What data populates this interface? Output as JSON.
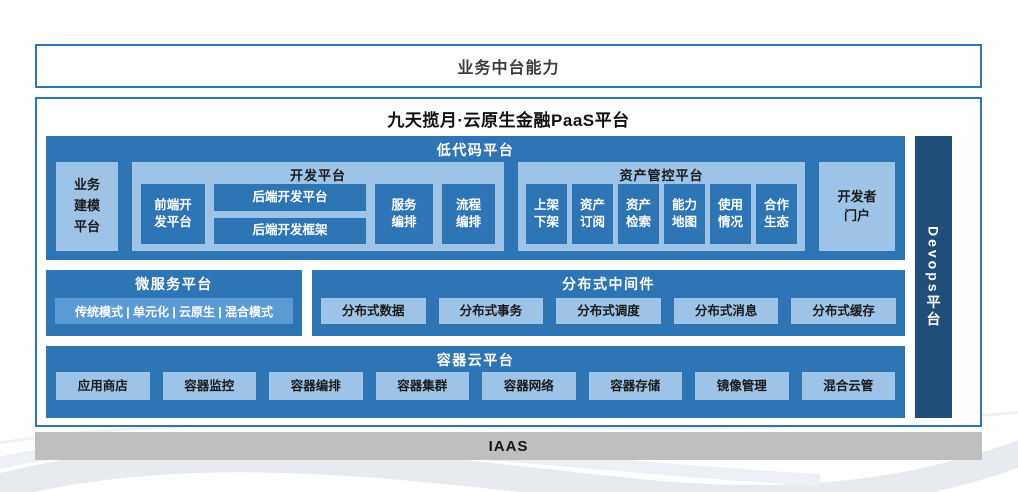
{
  "banner": {
    "label": "业务中台能力"
  },
  "platform": {
    "title": "九天揽月·云原生金融PaaS平台"
  },
  "low_code": {
    "title": "低代码平台",
    "business_modeling": "业务\n建模\n平台",
    "dev_platform": {
      "title": "开发平台",
      "frontend": "前端开\n发平台",
      "backend_platform": "后端开发平台",
      "backend_framework": "后端开发框架",
      "service_orch": "服务\n编排",
      "process_orch": "流程\n编排"
    },
    "asset_platform": {
      "title": "资产管控平台",
      "items": [
        "上架\n下架",
        "资产\n订阅",
        "资产\n检索",
        "能力\n地图",
        "使用\n情况",
        "合作\n生态"
      ]
    },
    "developer_portal": "开发者\n门户"
  },
  "microservice": {
    "title": "微服务平台",
    "modes": "传统模式 | 单元化 | 云原生 | 混合模式"
  },
  "middleware": {
    "title": "分布式中间件",
    "items": [
      "分布式数据",
      "分布式事务",
      "分布式调度",
      "分布式消息",
      "分布式缓存"
    ]
  },
  "container_cloud": {
    "title": "容器云平台",
    "items": [
      "应用商店",
      "容器监控",
      "容器编排",
      "容器集群",
      "容器网络",
      "容器存储",
      "镜像管理",
      "混合云管"
    ]
  },
  "devops": {
    "label": "Devops平台"
  },
  "iaas": {
    "label": "IAAS"
  },
  "colors": {
    "section_blue": "#2e75b6",
    "light_blue": "#9dc3e6",
    "mid_blue": "#5b9bd5",
    "devops_dark_blue": "#1f4e79",
    "iaas_gray": "#bfbfbf"
  }
}
